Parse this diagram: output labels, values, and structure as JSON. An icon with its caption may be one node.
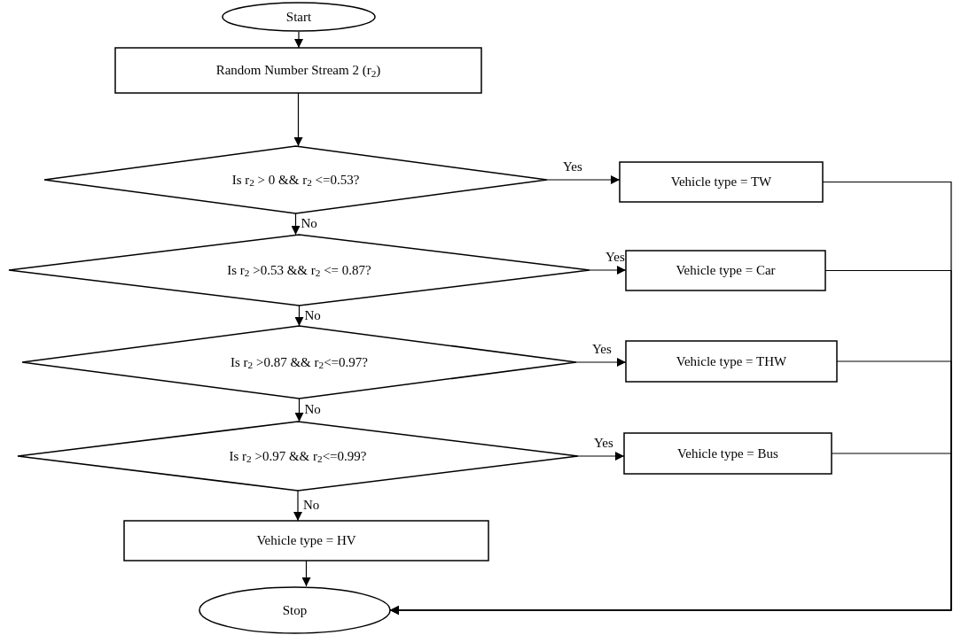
{
  "diagram": {
    "nodes": [
      {
        "text": [
          "Start"
        ]
      },
      {
        "text": [
          "Random Number Stream 2 (r$_{2}$)"
        ]
      },
      {
        "text": [
          "Is r$_{2}$ > 0 && r$_{2}$ <=0.53?"
        ]
      },
      {
        "text": [
          "Vehicle type = TW"
        ]
      },
      {
        "text": [
          "Is r$_{2}$ >0.53 && r$_{2}$ <= 0.87?"
        ]
      },
      {
        "text": [
          "Vehicle type = Car"
        ]
      },
      {
        "text": [
          "Is r$_{2}$ >0.87 && r$_{2}$<=0.97?"
        ]
      },
      {
        "text": [
          "Vehicle type = THW"
        ]
      },
      {
        "text": [
          "Is r$_{2}$ >0.97 && r$_{2}$<=0.99?"
        ]
      },
      {
        "text": [
          "Vehicle type = Bus"
        ]
      },
      {
        "text": [
          "Vehicle type = HV"
        ]
      },
      {
        "text": [
          "Stop"
        ]
      }
    ],
    "edges": [
      {
        "from": 0,
        "to": 1,
        "arrow": "to"
      },
      {
        "from": 1,
        "to": 2,
        "arrow": "to"
      },
      {
        "from": 2,
        "to": 3,
        "arrow": "to",
        "label": "Yes"
      },
      {
        "from": 2,
        "to": 4,
        "arrow": "to",
        "label": "No"
      },
      {
        "from": 4,
        "to": 5,
        "arrow": "to",
        "label": "Yes"
      },
      {
        "from": 4,
        "to": 6,
        "arrow": "to",
        "label": "No"
      },
      {
        "from": 6,
        "to": 7,
        "arrow": "to",
        "label": "Yes"
      },
      {
        "from": 6,
        "to": 8,
        "arrow": "to",
        "label": "No"
      },
      {
        "from": 8,
        "to": 9,
        "arrow": "to",
        "label": "Yes"
      },
      {
        "from": 8,
        "to": 10,
        "arrow": "to",
        "label": "No"
      },
      {
        "from": 10,
        "to": 11,
        "arrow": "to"
      },
      {
        "from": 3,
        "to": 11,
        "arrow": "to"
      },
      {
        "from": 5,
        "to": 11,
        "arrow": "to"
      },
      {
        "from": 7,
        "to": 11,
        "arrow": "to"
      },
      {
        "from": 9,
        "to": 11,
        "arrow": "to"
      }
    ]
  }
}
